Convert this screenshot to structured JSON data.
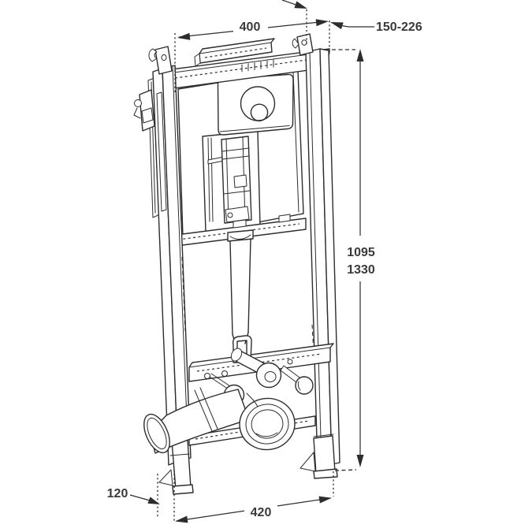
{
  "drawing": {
    "kind": "technical line drawing",
    "subject": "wall-mounted concealed WC cistern installation frame with flush plate and outlet connector",
    "background_color": "#ffffff",
    "line_color": "#2d2d2d",
    "text_color": "#3a3a3a"
  },
  "dimensions": {
    "top_width": "400",
    "top_depth_range": "150-226",
    "height_upper": "1095",
    "height_lower": "1330",
    "bottom_left_offset": "120",
    "bottom_width": "420"
  }
}
